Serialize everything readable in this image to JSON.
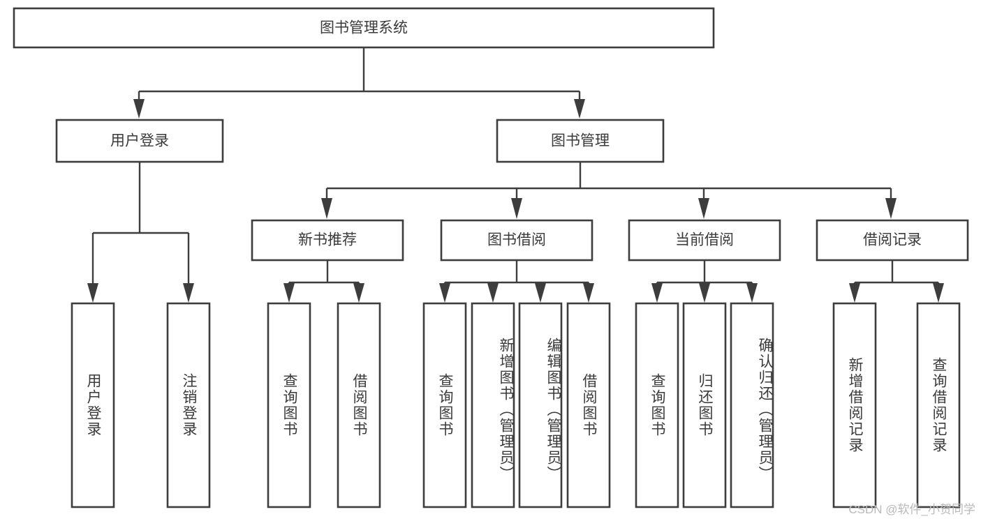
{
  "diagram": {
    "type": "tree-hierarchy",
    "title": "图书管理系统",
    "orientation": "top-down",
    "root": {
      "id": "root",
      "label": "图书管理系统"
    },
    "level2": [
      {
        "id": "user-login",
        "label": "用户登录"
      },
      {
        "id": "book-manage",
        "label": "图书管理"
      }
    ],
    "level3": [
      {
        "id": "new-book-recommend",
        "label": "新书推荐",
        "parent": "book-manage"
      },
      {
        "id": "book-borrow",
        "label": "图书借阅",
        "parent": "book-manage"
      },
      {
        "id": "current-borrow",
        "label": "当前借阅",
        "parent": "book-manage"
      },
      {
        "id": "borrow-record",
        "label": "借阅记录",
        "parent": "book-manage"
      }
    ],
    "leaves": {
      "user-login": [
        {
          "id": "leaf-user-login",
          "label": "用户登录"
        },
        {
          "id": "leaf-user-logout",
          "label": "注销登录"
        }
      ],
      "new-book-recommend": [
        {
          "id": "leaf-query-book-1",
          "label": "查询图书"
        },
        {
          "id": "leaf-borrow-book-1",
          "label": "借阅图书"
        }
      ],
      "book-borrow": [
        {
          "id": "leaf-query-book-2",
          "label": "查询图书"
        },
        {
          "id": "leaf-add-book",
          "label": "新增图书（管理员）"
        },
        {
          "id": "leaf-edit-book",
          "label": "编辑图书（管理员）"
        },
        {
          "id": "leaf-borrow-book-2",
          "label": "借阅图书"
        }
      ],
      "current-borrow": [
        {
          "id": "leaf-query-book-3",
          "label": "查询图书"
        },
        {
          "id": "leaf-return-book",
          "label": "归还图书"
        },
        {
          "id": "leaf-confirm-return",
          "label": "确认归还（管理员）"
        }
      ],
      "borrow-record": [
        {
          "id": "leaf-add-record",
          "label": "新增借阅记录"
        },
        {
          "id": "leaf-query-record",
          "label": "查询借阅记录"
        }
      ]
    }
  },
  "watermark": {
    "text": "CSDN @软件_小贺同学"
  },
  "colors": {
    "stroke": "#3d3d3d",
    "text": "#3a3a3a",
    "background": "#ffffff",
    "watermark": "#b9b9b9"
  }
}
